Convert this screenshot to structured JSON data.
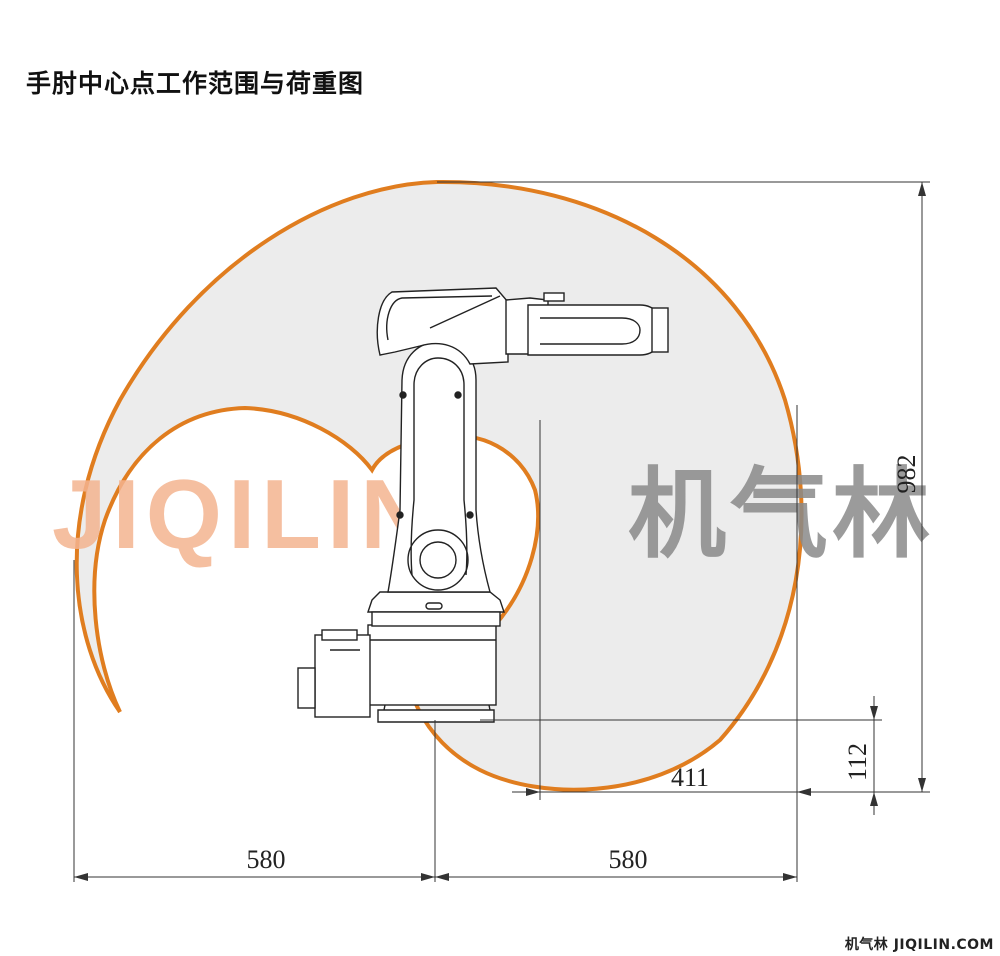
{
  "title": "手肘中心点工作范围与荷重图",
  "dimensions": {
    "left_reach": "580",
    "right_reach": "580",
    "height": "982",
    "offset_horizontal": "411",
    "offset_vertical": "112"
  },
  "watermark": {
    "latin": "JIQILIN",
    "chinese": "机气林"
  },
  "footer": {
    "brand": "机气林",
    "site": "JIQILIN.COM"
  },
  "colors": {
    "envelope_stroke": "#e07d1f",
    "envelope_fill": "#ececec",
    "watermark_latin": "#f4b490",
    "watermark_chinese": "#8a8a8a",
    "dimension_lines": "#333333"
  }
}
